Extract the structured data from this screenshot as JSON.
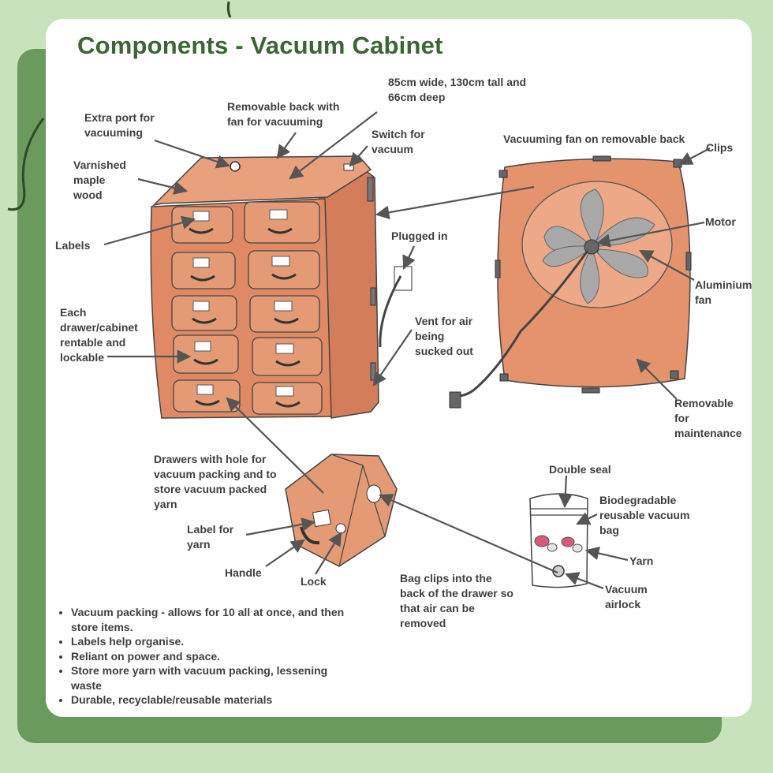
{
  "title": "Components - Vacuum Cabinet",
  "labels": {
    "dimensions": "85cm wide, 130cm tall and\n66cm deep",
    "removable_back": "Removable back with\nfan for vacuuming",
    "extra_port": "Extra port for\nvacuuming",
    "switch": "Switch for\nvacuum",
    "varnished_wood": "Varnished\nmaple\nwood",
    "labels": "Labels",
    "plugged_in": "Plugged in",
    "each_drawer": "Each\ndrawer/cabinet\nrentable and\nlockable",
    "vent": "Vent for air\nbeing\nsucked out",
    "fan_on_back": "Vacuuming fan on removable back",
    "clips": "Clips",
    "motor": "Motor",
    "aluminium_fan": "Aluminium\nfan",
    "removable_maintenance": "Removable\nfor\nmaintenance",
    "drawers_hole": "Drawers with hole for\nvacuum packing and to\nstore vacuum packed\nyarn",
    "label_for_yarn": "Label for\nyarn",
    "handle": "Handle",
    "lock": "Lock",
    "double_seal": "Double seal",
    "bio_bag": "Biodegradable\nreusable vacuum\nbag",
    "yarn": "Yarn",
    "vacuum_airlock": "Vacuum\nairlock",
    "bag_clips": "Bag clips into the\nback of the drawer so\nthat air can be\nremoved"
  },
  "bullets": [
    "Vacuum packing - allows for 10 all at once, and then store items.",
    "Labels help organise.",
    "Reliant on power and space.",
    "Store more yarn with vacuum packing, lessening waste",
    "Durable, recyclable/reusable materials"
  ],
  "colors": {
    "wood": "#e08a65",
    "title": "#3c6535",
    "card_shadow": "#6a9a5e",
    "background": "#c8e2bd"
  }
}
